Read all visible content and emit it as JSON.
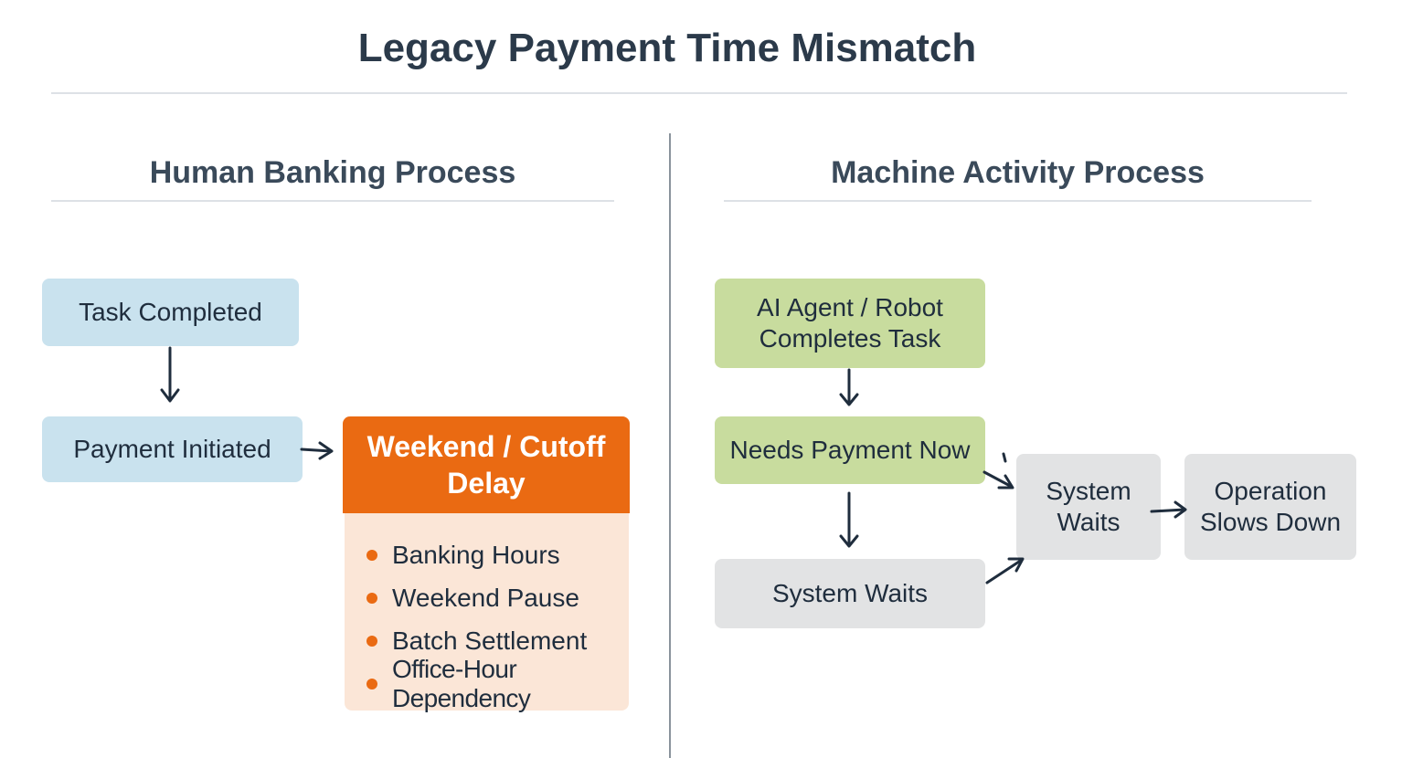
{
  "title": "Legacy Payment Time Mismatch",
  "left": {
    "heading": "Human Banking Process",
    "task_completed": "Task Completed",
    "payment_initiated": "Payment Initiated",
    "delay_title": "Weekend / Cutoff Delay",
    "delay_items": [
      "Banking Hours",
      "Weekend Pause",
      "Batch Settlement",
      "Office-Hour Dependency"
    ]
  },
  "right": {
    "heading": "Machine Activity Process",
    "agent_task": "AI Agent / Robot Completes Task",
    "needs_payment": "Needs Payment Now",
    "system_waits_bottom": "System Waits",
    "system_waits_mid": "System Waits",
    "operation_slows": "Operation Slows Down"
  },
  "colors": {
    "blue": "#c9e2ee",
    "green": "#c8dc9e",
    "grey": "#e2e3e4",
    "orange": "#ea6a12",
    "peach": "#fbe6d7",
    "arrow": "#1f2d3d"
  }
}
